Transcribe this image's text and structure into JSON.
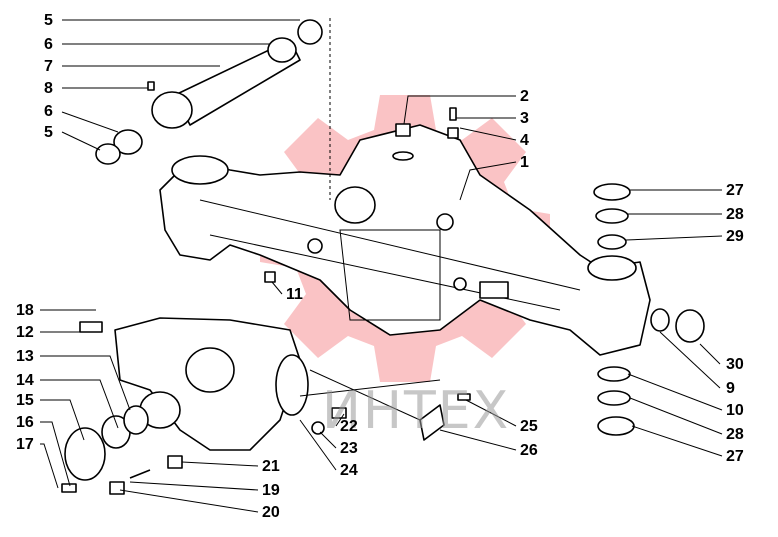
{
  "watermark": "ИНТЕХ",
  "callouts": [
    "5",
    "6",
    "7",
    "8",
    "6",
    "5",
    "2",
    "3",
    "4",
    "1",
    "27",
    "28",
    "29",
    "11",
    "18",
    "12",
    "13",
    "14",
    "15",
    "16",
    "17",
    "30",
    "9",
    "10",
    "28",
    "27",
    "22",
    "23",
    "24",
    "21",
    "19",
    "20",
    "25",
    "26"
  ]
}
